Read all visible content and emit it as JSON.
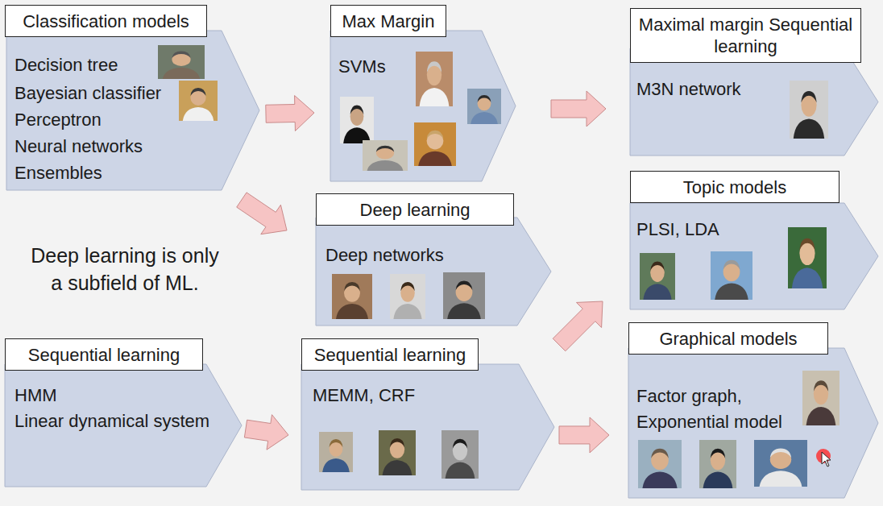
{
  "diagram": {
    "nodes": [
      {
        "text": [
          "Classification models",
          "Decision tree",
          "Bayesian classifier",
          "Perceptron",
          "Neural networks",
          "Ensembles"
        ]
      },
      {
        "text": [
          "Max Margin",
          "SVMs"
        ]
      },
      {
        "text": [
          "Maximal margin Sequential learning",
          "M3N network"
        ]
      },
      {
        "text": [
          "Topic models",
          "PLSI, LDA"
        ]
      },
      {
        "text": [
          "Deep learning",
          "Deep networks"
        ]
      },
      {
        "text": [
          "Sequential learning",
          "HMM",
          "Linear dynamical system"
        ]
      },
      {
        "text": [
          "Sequential learning",
          "MEMM, CRF"
        ]
      },
      {
        "text": [
          "Graphical models",
          "Factor graph, Exponential model"
        ]
      }
    ],
    "edges": [
      {
        "from": 0,
        "to": 1,
        "arrow": "to"
      },
      {
        "from": 1,
        "to": 2,
        "arrow": "to"
      },
      {
        "from": 0,
        "to": 4,
        "arrow": "to"
      },
      {
        "from": 5,
        "to": 6,
        "arrow": "to"
      },
      {
        "from": 6,
        "to": 3,
        "arrow": "to"
      },
      {
        "from": 6,
        "to": 7,
        "arrow": "to"
      }
    ],
    "labels": [
      "Deep learning is only a subfield of ML."
    ]
  }
}
